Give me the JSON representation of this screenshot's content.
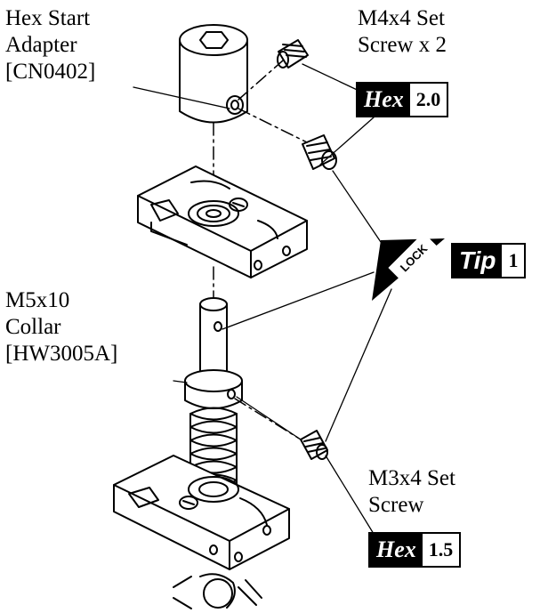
{
  "labels": {
    "hex_adapter": [
      "Hex Start",
      "Adapter",
      "[CN0402]"
    ],
    "m4_screw": [
      "M4x4  Set",
      "Screw x 2"
    ],
    "collar": [
      "M5x10",
      "Collar",
      "[HW3005A]"
    ],
    "m3_screw": [
      "M3x4 Set",
      "Screw"
    ]
  },
  "badges": {
    "hex_m4": {
      "tag": "Hex",
      "value": "2.0"
    },
    "tip": {
      "tag": "Tip",
      "value": "1",
      "icon_text": "LOCK"
    },
    "hex_m3": {
      "tag": "Hex",
      "value": "1.5"
    }
  }
}
